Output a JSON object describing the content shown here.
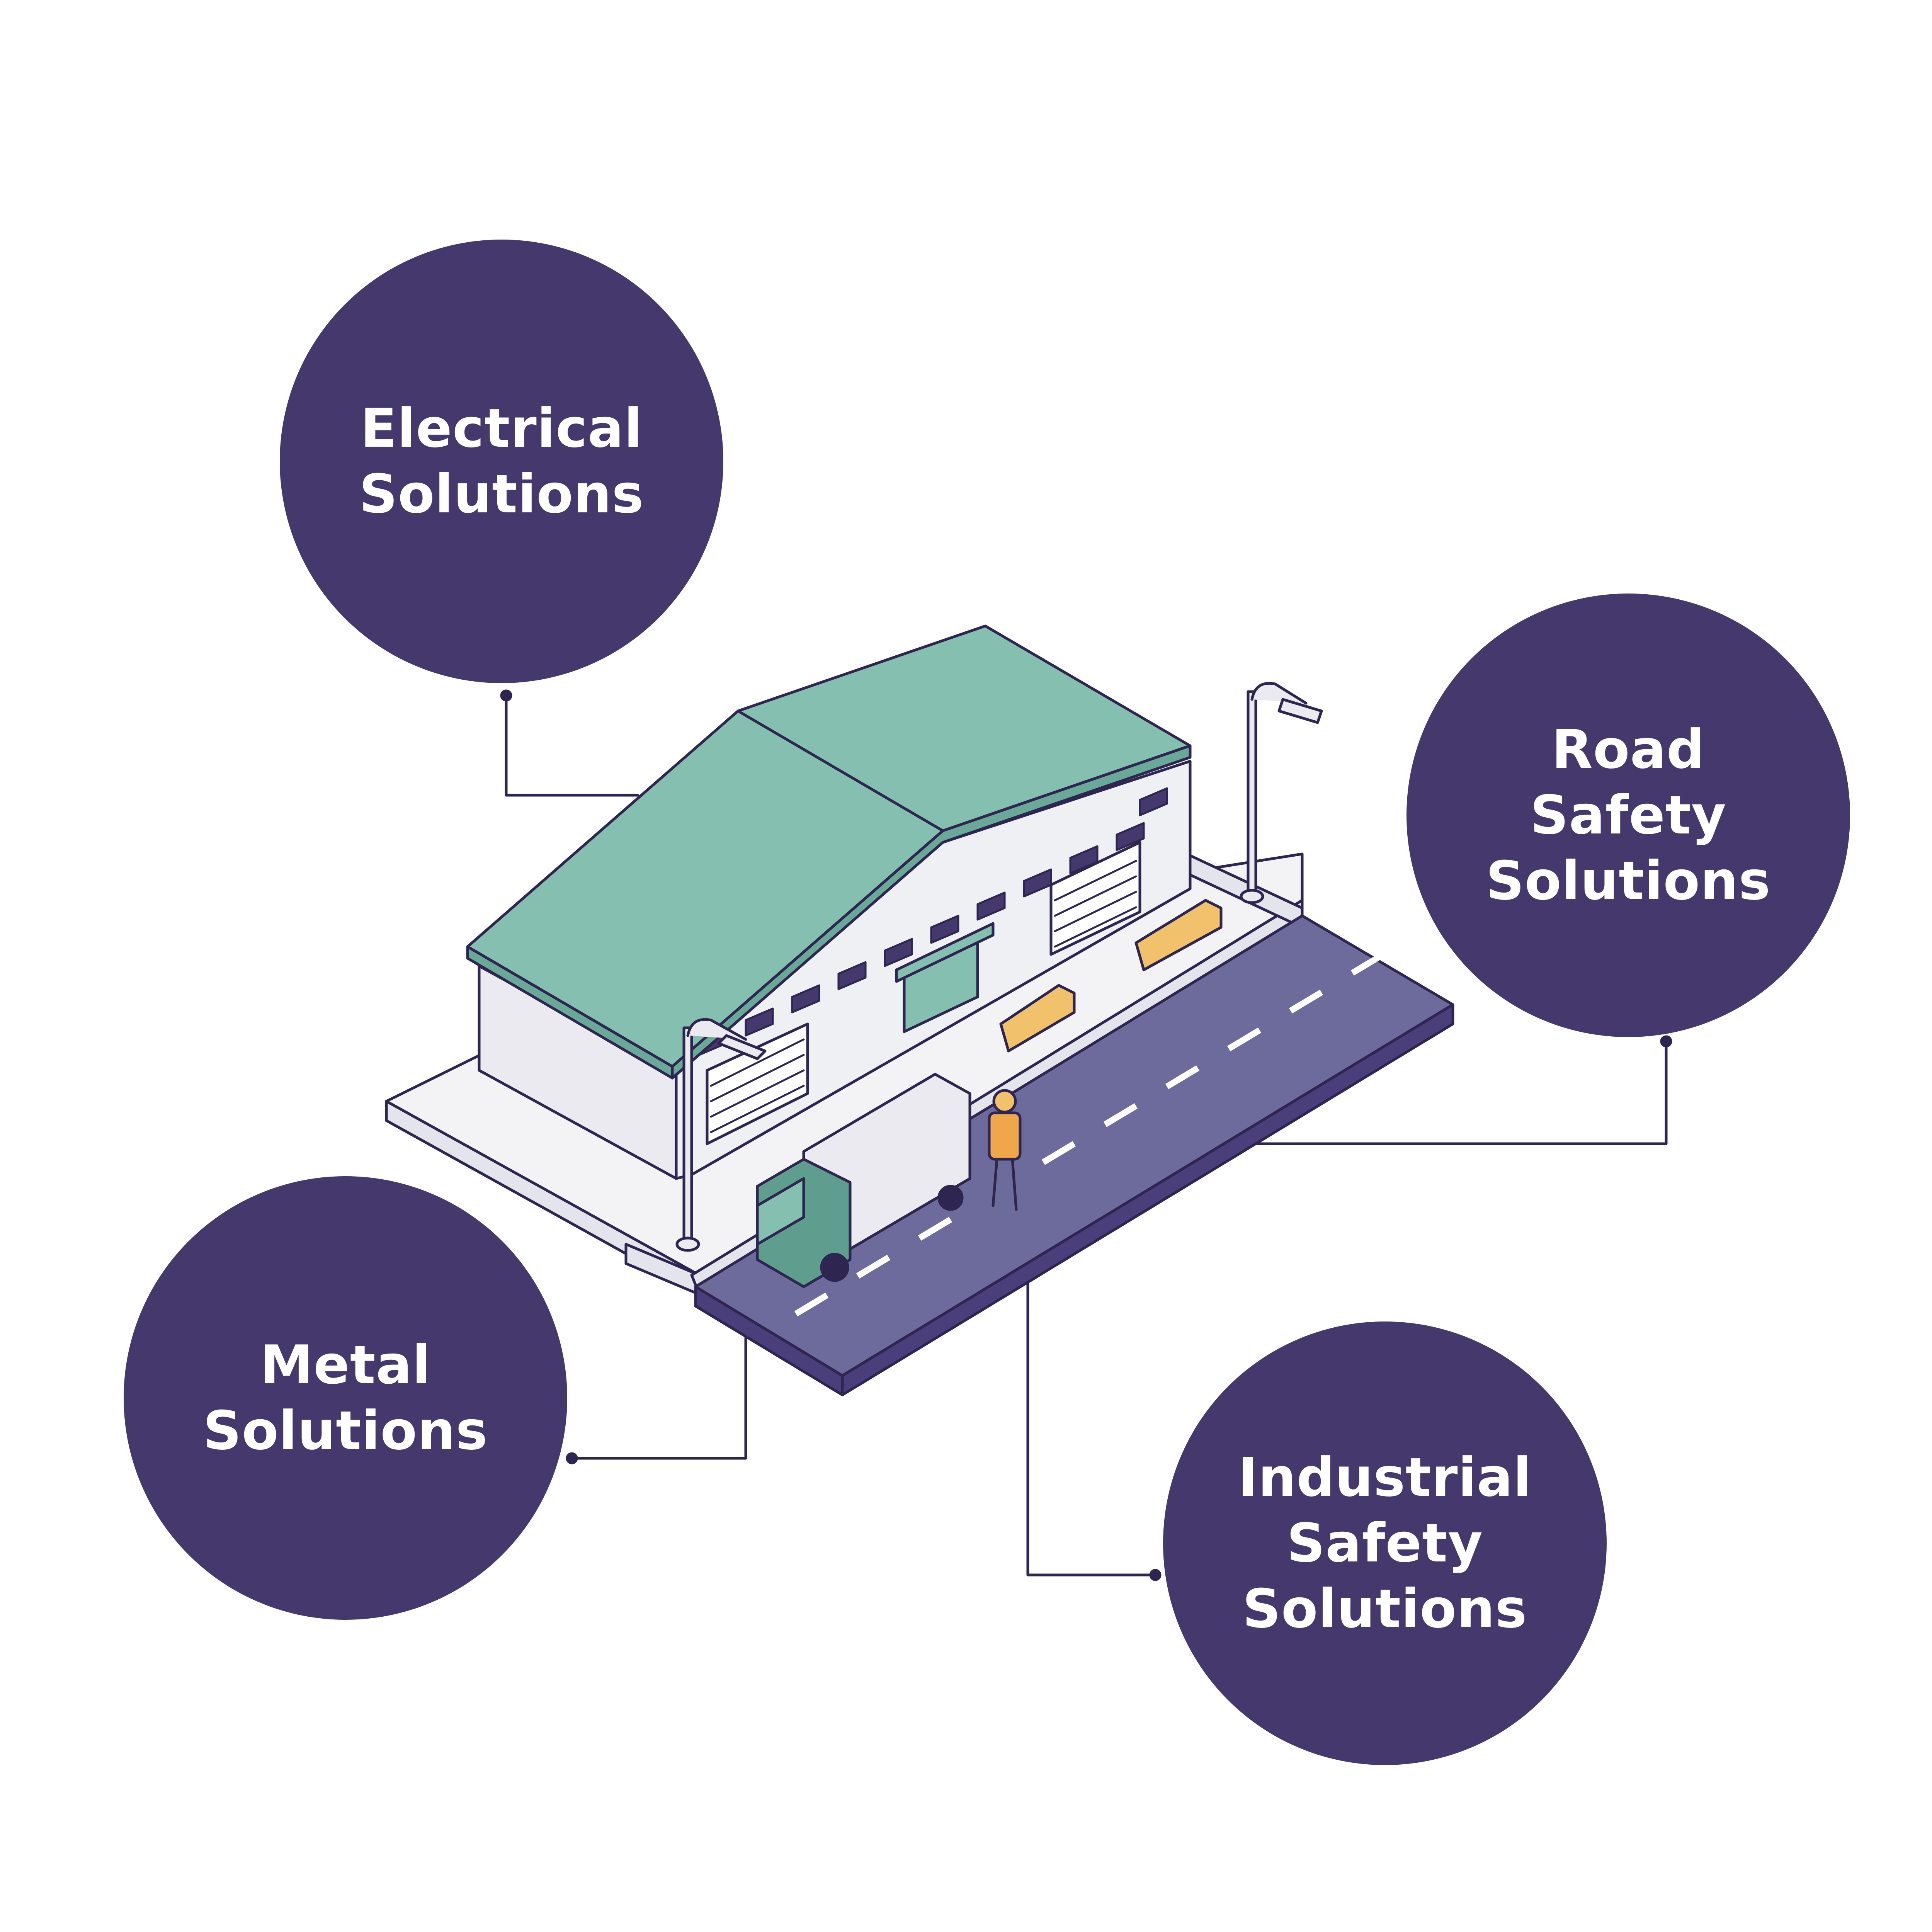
{
  "colors": {
    "node_fill": "#45386c",
    "node_text": "#ffffff",
    "outline": "#2e2650",
    "roof": "#84bfb0",
    "wall": "#eaeaf0",
    "road": "#6d6a9c",
    "road_side": "#4a3f7a",
    "pavement": "#f3f3f6",
    "barrier": "#f2c16b",
    "truck_cab": "#5f9e8e",
    "worker_vest": "#f0a64a"
  },
  "icons": [
    "warehouse-icon",
    "truck-icon",
    "worker-icon",
    "street-lamp-icon",
    "road-barrier-icon"
  ],
  "nodes": {
    "electrical": {
      "label": "Electrical\nSolutions"
    },
    "road_safety": {
      "label": "Road Safety\nSolutions"
    },
    "metal": {
      "label": "Metal\nSolutions"
    },
    "industrial_safety": {
      "label": "Industrial\nSafety\nSolutions"
    }
  }
}
